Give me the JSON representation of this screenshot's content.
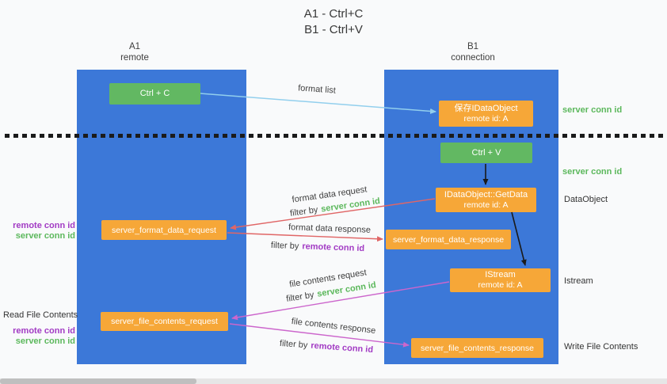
{
  "title": {
    "line1": "A1 - Ctrl+C",
    "line2": "B1 - Ctrl+V"
  },
  "lifelines": {
    "left": {
      "name": "A1",
      "role": "remote"
    },
    "right": {
      "name": "B1",
      "role": "connection"
    }
  },
  "boxes": {
    "ctrl_c": "Ctrl + C",
    "ctrl_v": "Ctrl + V",
    "save_idataobject": {
      "line1": "保存IDataObject",
      "line2": "remote id: A"
    },
    "getdata": {
      "line1": "IDataObject::GetData",
      "line2": "remote id: A"
    },
    "istream": {
      "line1": "IStream",
      "line2": "remote id: A"
    },
    "format_request": "server_format_data_request",
    "format_response": "server_format_data_response",
    "file_request": "server_file_contents_request",
    "file_response": "server_file_contents_response"
  },
  "arrow_labels": {
    "format_list": "format list",
    "format_data_request": "format data request",
    "format_data_response": "format data response",
    "file_contents_request": "file contents request",
    "file_contents_response": "file contents response",
    "filter_by": "filter by",
    "server_conn_id": "server conn id",
    "remote_conn_id": "remote conn id"
  },
  "side_labels": {
    "dataobject": "DataObject",
    "istream": "Istream",
    "write_file_contents": "Write File Contents",
    "read_file_contents": "Read File Contents"
  },
  "colors": {
    "lifeline_blue": "#3c78d8",
    "box_green": "#62b862",
    "box_orange": "#f6a738",
    "arrow_blue": "#92cfed",
    "arrow_red": "#e06666",
    "arrow_magenta": "#cc66cc",
    "arrow_black": "#1a1a1a",
    "text_green": "#5cb85c",
    "text_purple": "#a23bc4"
  }
}
